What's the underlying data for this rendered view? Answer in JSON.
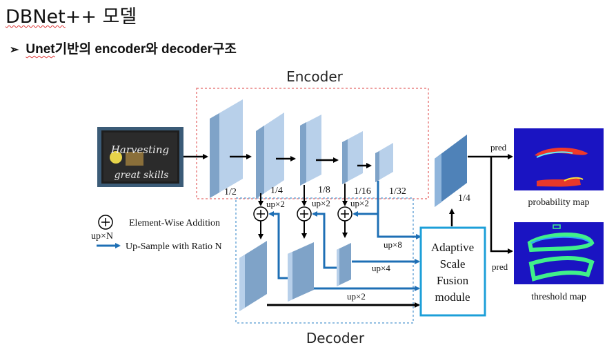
{
  "slide": {
    "title_underlined": "DBNet",
    "title_rest": "++ 모델",
    "bullet_marker": "➢",
    "bullet_underlined": "Unet",
    "bullet_rest": "기반의 encoder와 decoder구조"
  },
  "diagram": {
    "encoder_label": "Encoder",
    "decoder_label": "Decoder",
    "input_text_line1": "Harvesting",
    "input_text_line2": "great skills",
    "scales": [
      "1/2",
      "1/4",
      "1/8",
      "1/16",
      "1/32"
    ],
    "up_labels": [
      "up×2",
      "up×2",
      "up×2"
    ],
    "decoder_up_labels": [
      "up×8",
      "up×4",
      "up×2"
    ],
    "asf_lines": [
      "Adaptive",
      "Scale",
      "Fusion",
      "module"
    ],
    "fused_scale": "1/4",
    "pred_labels": [
      "pred",
      "pred"
    ],
    "probability_map_label": "probability map",
    "threshold_map_label": "threshold map",
    "legend_add_label": "Element-Wise Addition",
    "legend_upn_label": "up×N",
    "legend_upsample_label": "Up-Sample with Ratio N",
    "colors": {
      "feature_block_front": "#7fa3c8",
      "feature_block_side": "#b8d0ea",
      "encoder_border": "#e98080",
      "decoder_border": "#6fa8d8",
      "asf_border": "#1c9fd8",
      "upsample_arrow": "#1e6fb5"
    }
  }
}
